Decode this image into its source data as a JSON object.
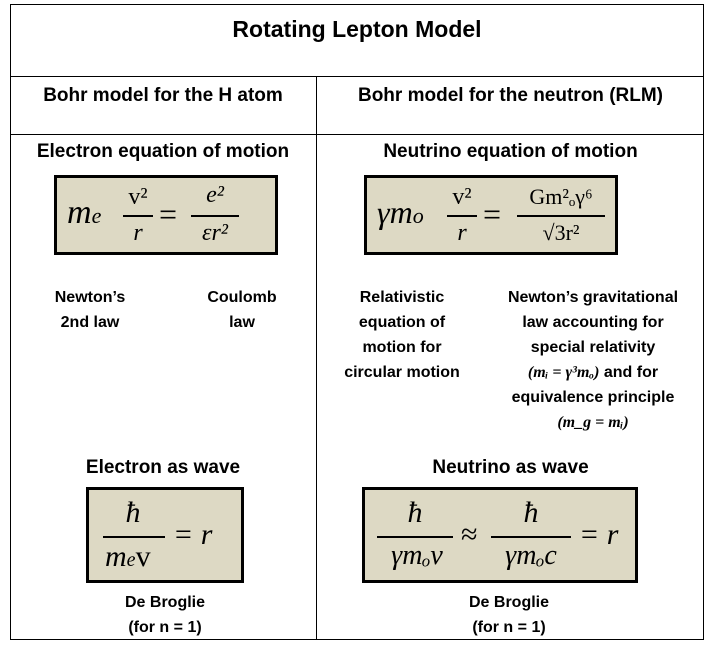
{
  "title": "Rotating Lepton Model",
  "left_header": "Bohr model for the H atom",
  "right_header": "Bohr model for the neutron (RLM)",
  "left_motion_title": "Electron equation of motion",
  "right_motion_title": "Neutrino equation of motion",
  "left_motion_eq": {
    "lhs_symbol": "m",
    "lhs_sub": "e",
    "num1": "v²",
    "den1": "r",
    "equals": "=",
    "num2": "e²",
    "den2": "εr²"
  },
  "right_motion_eq": {
    "gamma": "γ",
    "lhs_symbol": "m",
    "lhs_sub": "o",
    "num1": "v²",
    "den1": "r",
    "equals": "=",
    "num2": "Gm²ₒγ⁶",
    "den2": "√3r²"
  },
  "left_labels": {
    "newton": [
      "Newton’s",
      "2nd law"
    ],
    "coulomb": [
      "Coulomb",
      "law"
    ]
  },
  "right_labels": {
    "relativistic": [
      "Relativistic",
      "equation of",
      "motion for",
      "circular motion"
    ],
    "gravitational": [
      "Newton’s gravitational",
      "law accounting for",
      "special relativity"
    ],
    "mi_eq": "(mᵢ = γ³mₒ)",
    "and_for": " and for",
    "equivalence": "equivalence principle",
    "mg_eq": "(m_g = mᵢ)"
  },
  "left_wave_title": "Electron as wave",
  "right_wave_title": "Neutrino as wave",
  "left_wave_eq": {
    "num": "ħ",
    "den_m": "m",
    "den_sub": "e",
    "den_v": "v",
    "rhs": "= r"
  },
  "right_wave_eq": {
    "num1": "ħ",
    "den1": "γmₒv",
    "approx": "≈",
    "num2": "ħ",
    "den2": "γmₒc",
    "rhs": "= r"
  },
  "left_debroglie": [
    "De Broglie",
    "(for  n = 1)"
  ],
  "right_debroglie": [
    "De Broglie",
    "(for  n = 1)"
  ]
}
